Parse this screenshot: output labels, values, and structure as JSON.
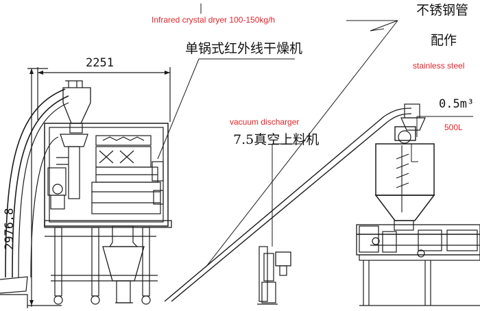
{
  "labels": {
    "dryer_en": "Infrared crystal dryer 100-150kg/h",
    "dryer_cn": "单锅式红外线干燥机",
    "pipe_cn_1": "不锈钢管",
    "pipe_cn_2": "配作",
    "pipe_en": "stainless steel",
    "vacuum_en": "vacuum  discharger",
    "vacuum_cn": "7.5真空上料机",
    "hopper_cn": "0.5m³",
    "hopper_en": "500L"
  },
  "dimensions": {
    "width": "2251",
    "height": "2976.8"
  },
  "colors": {
    "label_red": "#e0242a",
    "line": "#1a1a1a"
  }
}
